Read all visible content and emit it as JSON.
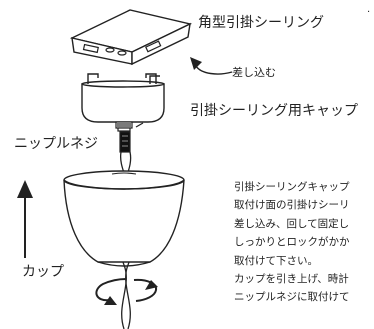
{
  "labels": {
    "ceiling_fitting": "角型引掛シーリング",
    "insert": "差し込む",
    "cap": "引掛シーリング用キャップ",
    "nipple_screw": "ニップルネジ",
    "cup": "カップ"
  },
  "instructions": [
    "引掛シーリングキャップ",
    "取付け面の引掛けシーリ",
    "差し込み、回して固定し",
    "しっかりとロックがかか",
    "取付けて下さい。",
    "カップを引き上げ、時計",
    "ニップルネジに取付けて"
  ]
}
